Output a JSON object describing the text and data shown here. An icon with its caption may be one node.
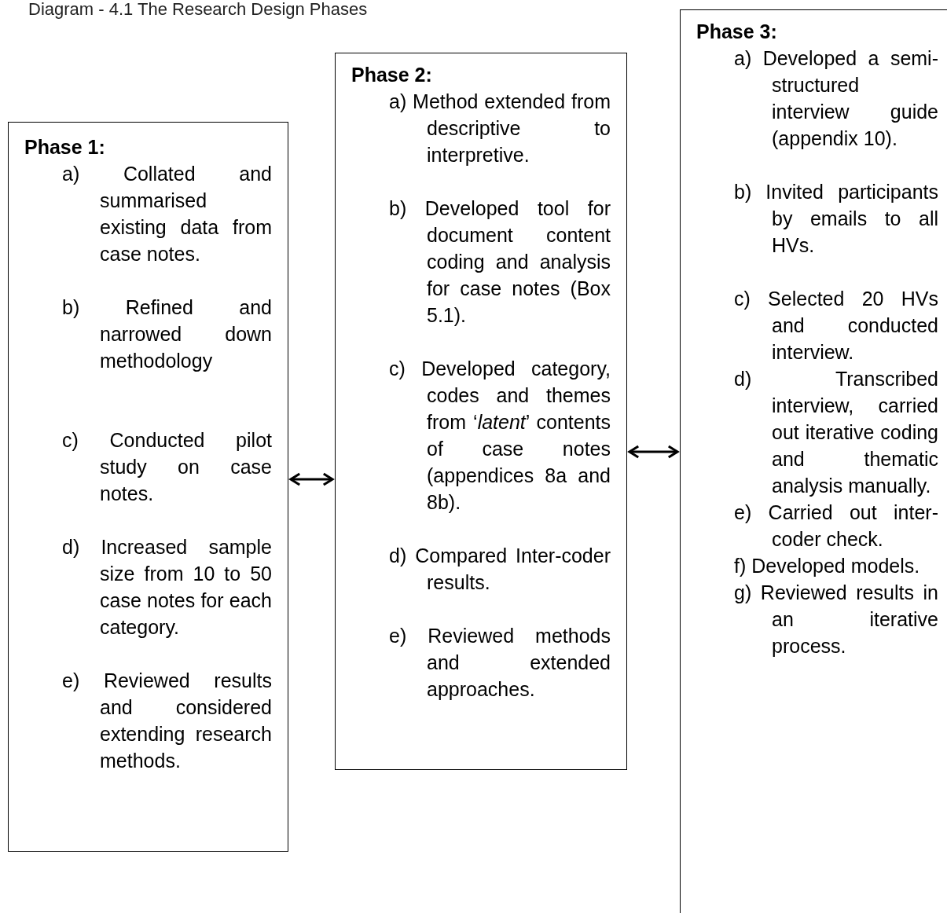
{
  "diagram": {
    "title": "Diagram - 4.1 The Research Design Phases",
    "nodes": [
      {
        "text": [
          "Phase 1:",
          "a) Collated and summarised existing data from case notes.",
          "b) Refined and narrowed down methodology",
          "c) Conducted pilot study on case notes.",
          "d) Increased sample size from 10 to 50 case notes for each category.",
          "e) Reviewed results and considered extending research methods."
        ]
      },
      {
        "text": [
          "Phase 2:",
          "a) Method extended from descriptive to interpretive.",
          "b) Developed tool for document content coding and analysis for case notes (Box 5.1).",
          "c) Developed category, codes and themes from ‘*latent*’ contents of case notes (appendices 8a and 8b).",
          "d) Compared Inter-coder results.",
          "e) Reviewed methods and extended approaches."
        ]
      },
      {
        "text": [
          "Phase 3:",
          "a) Developed a semi-structured interview guide (appendix 10).",
          "b) Invited participants by emails to all HVs.",
          "c) Selected 20 HVs and conducted interview.",
          "d) Transcribed interview, carried out iterative coding and thematic analysis manually.",
          "e) Carried out inter-coder check.",
          "f) Developed models.",
          "g) Reviewed results in an iterative process."
        ]
      }
    ],
    "edges": [
      {
        "from": 0,
        "to": 1,
        "arrow": "both"
      },
      {
        "from": 1,
        "to": 2,
        "arrow": "both"
      }
    ]
  }
}
